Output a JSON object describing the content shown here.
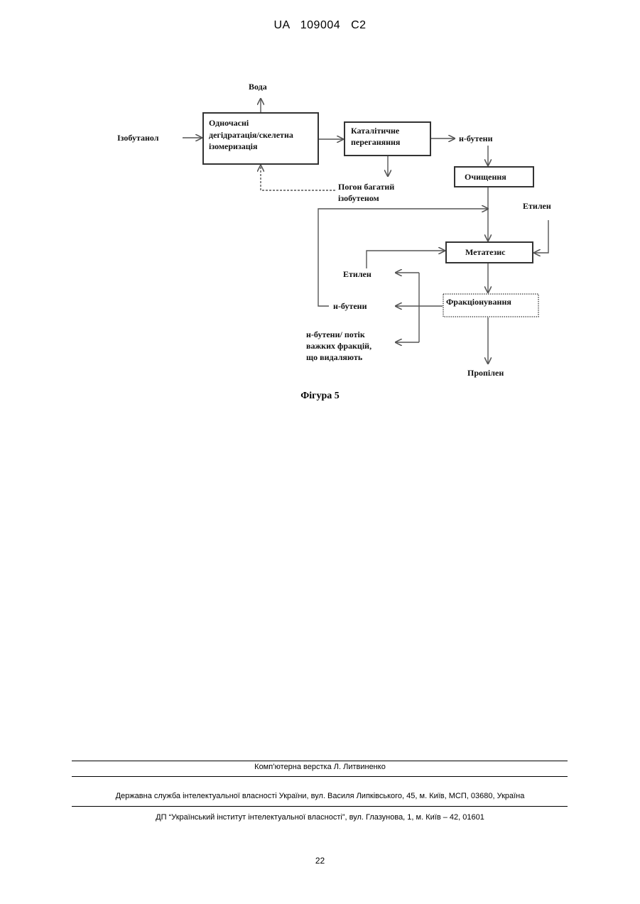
{
  "header": {
    "text": "UA   109004   C2"
  },
  "diagram": {
    "inputs": {
      "isobutanol": "Ізобутанол",
      "water": "Вода"
    },
    "boxes": {
      "dehydration_line1": "Одночасні",
      "dehydration_line2": "дегідратація/скелетна",
      "dehydration_line3": "ізомеризація",
      "distillation_line1": "Каталітичне",
      "distillation_line2": "переганяння",
      "purification": "Очищення",
      "metathesis": "Метатезис",
      "fractionation": "Фракціонування"
    },
    "labels": {
      "n_butenes_1": "н-бутени",
      "isobutene_stream_line1": "Погон багатий",
      "isobutene_stream_line2": "ізобутеном",
      "ethylene_in": "Етилен",
      "ethylene_out": "Етилен",
      "n_butenes_2": "н-бутени",
      "heavy_line1": "н-бутени/ потік",
      "heavy_line2": "важких фракцій,",
      "heavy_line3": "що видаляють",
      "propylene": "Пропілен"
    }
  },
  "caption": "Фігура 5",
  "footer": {
    "layout": "Комп’ютерна верстка Л. Литвиненко",
    "service": "Державна служба інтелектуальної власності України, вул. Василя Липківського, 45, м. Київ, МСП, 03680, Україна",
    "institute": "ДП “Український інститут інтелектуальної власності”, вул. Глазунова, 1, м. Київ – 42, 01601"
  },
  "page_number": "22"
}
